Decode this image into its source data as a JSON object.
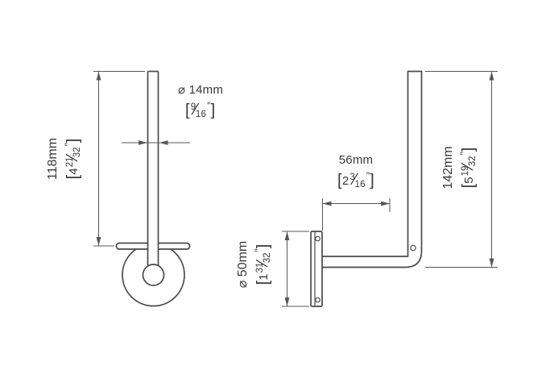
{
  "symbols": {
    "open": "[",
    "close": "]",
    "slash": "⁄",
    "inch": "″"
  },
  "front_view": {
    "height": {
      "mm": "118mm",
      "whole": "4",
      "num": "21",
      "den": "32"
    },
    "rod_diameter": {
      "mm": "⌀ 14mm",
      "whole": "",
      "num": "9",
      "den": "16"
    }
  },
  "side_view": {
    "depth": {
      "mm": "56mm",
      "whole": "2",
      "num": "3",
      "den": "16"
    },
    "height": {
      "mm": "142mm",
      "whole": "5",
      "num": "19",
      "den": "32"
    },
    "plate_diameter": {
      "mm": "⌀ 50mm",
      "whole": "1",
      "num": "31",
      "den": "32"
    }
  }
}
